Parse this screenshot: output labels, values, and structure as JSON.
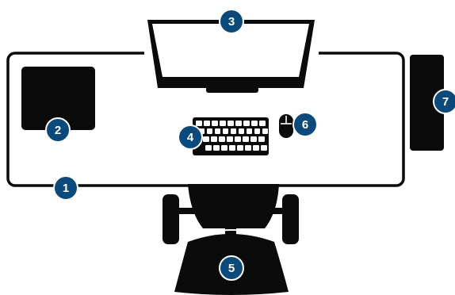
{
  "colors": {
    "ink": "#0b0b0b",
    "desk_fill": "#ffffff",
    "marker_fill": "#0b4a7a",
    "marker_text": "#ffffff",
    "marker_border": "#ffffff"
  },
  "markers": [
    {
      "id": "desk",
      "label": "1"
    },
    {
      "id": "mouse-pad",
      "label": "2"
    },
    {
      "id": "monitor",
      "label": "3"
    },
    {
      "id": "keyboard",
      "label": "4"
    },
    {
      "id": "chair",
      "label": "5"
    },
    {
      "id": "mouse",
      "label": "6"
    },
    {
      "id": "tower",
      "label": "7"
    }
  ]
}
